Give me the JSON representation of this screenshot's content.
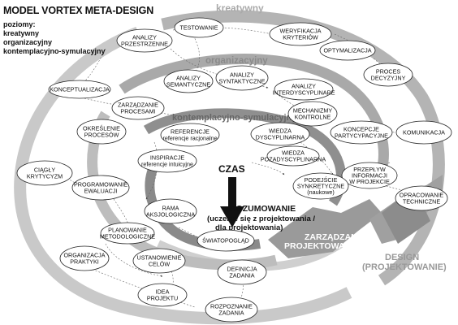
{
  "title": "MODEL VORTEX META-DESIGN",
  "legend": {
    "heading": "poziomy:",
    "items": [
      "kreatywny",
      "organizacyjny",
      "kontemplacyjno-symulacyjny"
    ]
  },
  "levels": {
    "creative": "kreatywny",
    "organizational": "organizacyjny",
    "contemplative": "kontemplacyjno-symulacyjny"
  },
  "center": {
    "time": "CZAS",
    "reasoning_line1": "ROZUMOWANIE",
    "reasoning_line2": "(uczenie się z projektowania /",
    "reasoning_line3": "dla projektowania)"
  },
  "arrows": {
    "management_line1": "ZARZĄDZANIE",
    "management_line2": "PROJEKTOWANIEM",
    "design_line1": "DESIGN",
    "design_line2": "(PROJEKTOWANIE)"
  },
  "nodes": [
    {
      "id": "testowanie",
      "lines": [
        "TESTOWANIE"
      ]
    },
    {
      "id": "weryfikacja",
      "lines": [
        "WERYFIKACJA",
        "KRYTERIÓW"
      ]
    },
    {
      "id": "analizy-przestrzenne",
      "lines": [
        "ANALIZY",
        "PRZESTRZENNE"
      ]
    },
    {
      "id": "optymalizacja",
      "lines": [
        "OPTYMALIZACJA"
      ]
    },
    {
      "id": "proces-decyzyjny",
      "lines": [
        "PROCES",
        "DECYZYJNY"
      ]
    },
    {
      "id": "konceptualizacja",
      "lines": [
        "KONCEPTUALIZACJA"
      ]
    },
    {
      "id": "analizy-semantyczne",
      "lines": [
        "ANALIZY",
        "SEMANTYCZNE"
      ]
    },
    {
      "id": "analizy-syntaktyczne",
      "lines": [
        "ANALIZY",
        "SYNTAKTYCZNE"
      ]
    },
    {
      "id": "analizy-interdyscyplinarne",
      "lines": [
        "ANALIZY",
        "INTERDYSCYPLINARE"
      ]
    },
    {
      "id": "zarzadzanie-procesami",
      "lines": [
        "ZARZĄDZANIE",
        "PROCESAMI"
      ]
    },
    {
      "id": "mechanizmy-kontrolne",
      "lines": [
        "MECHANIZMY",
        "KONTROLNE"
      ]
    },
    {
      "id": "okreslenie-procesow",
      "lines": [
        "OKREŚLENIE",
        "PROCESÓW"
      ]
    },
    {
      "id": "referencje",
      "lines": [
        "REFERENCJE",
        "referencje racjonalne"
      ]
    },
    {
      "id": "wiedza-dyscyplinarna",
      "lines": [
        "WIEDZA",
        "DYSCYPLINARNA"
      ]
    },
    {
      "id": "koncepcje-partycypacyjne",
      "lines": [
        "KONCEPCJE",
        "PARTYCYPACYJNE"
      ]
    },
    {
      "id": "komunikacja",
      "lines": [
        "KOMUNIKACJA"
      ]
    },
    {
      "id": "ciagly-krytycyzm",
      "lines": [
        "CIĄGŁY",
        "KRYTYCYZM"
      ]
    },
    {
      "id": "inspiracje",
      "lines": [
        "INSPIRACJE",
        "referencje intuicyjne"
      ]
    },
    {
      "id": "wiedza-pozadyscyplinarna",
      "lines": [
        "WIEDZA",
        "POZADYSCYPLINARNA"
      ]
    },
    {
      "id": "przeplyw-informacji",
      "lines": [
        "PRZEPŁYW",
        "INFORMACJI",
        "W PROJEKCIE"
      ]
    },
    {
      "id": "programowanie-ewaluacji",
      "lines": [
        "PROGRAMOWANIE",
        "EWALUACJI"
      ]
    },
    {
      "id": "podejscie-synkretyczne",
      "lines": [
        "PODEJŚCIE",
        "SYNKRETYCZNE",
        "(naukowe)"
      ]
    },
    {
      "id": "opracowanie-techniczne",
      "lines": [
        "OPRACOWANIE",
        "TECHNICZNE"
      ]
    },
    {
      "id": "rama-aksjologiczna",
      "lines": [
        "RAMA",
        "AKSJOLOGICZNA"
      ]
    },
    {
      "id": "planowanie-metodologiczne",
      "lines": [
        "PLANOWANIE",
        "METODOLOGICZNE"
      ]
    },
    {
      "id": "swiatopoglad",
      "lines": [
        "ŚWIATOPOGLĄD"
      ]
    },
    {
      "id": "organizacja-praktyki",
      "lines": [
        "ORGANIZACJA",
        "PRAKTYKI"
      ]
    },
    {
      "id": "ustanowienie-celow",
      "lines": [
        "USTANOWIENIE",
        "CELÓW"
      ]
    },
    {
      "id": "definicja-zadania",
      "lines": [
        "DEFINICJA",
        "ZADANIA"
      ]
    },
    {
      "id": "idea-projektu",
      "lines": [
        "IDEA",
        "PROJEKTU"
      ]
    },
    {
      "id": "rozpoznanie-zadania",
      "lines": [
        "ROZPOZNANIE",
        "ZADANIA"
      ]
    }
  ]
}
